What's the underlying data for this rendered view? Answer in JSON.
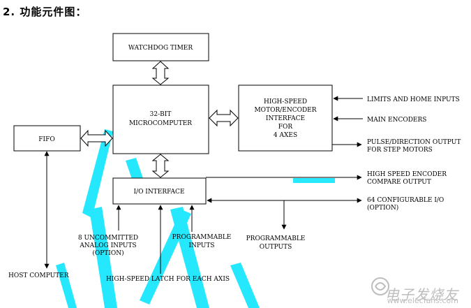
{
  "heading": "2. 功能元件图：",
  "blocks": {
    "watchdog": "WATCHDOG TIMER",
    "mcu": [
      "32-BIT",
      "MICROCOMPUTER"
    ],
    "fifo": "FIFO",
    "motor": [
      "HIGH-SPEED",
      "MOTOR/ENCODER",
      "INTERFACE",
      "FOR",
      "4 AXES"
    ],
    "io": "I/O INTERFACE"
  },
  "signals": {
    "limits": "LIMITS AND HOME INPUTS",
    "main_encoders": "MAIN ENCODERS",
    "pulse": [
      "PULSE/DIRECTION OUTPUT",
      "FOR STEP MOTORS"
    ],
    "compare": [
      "HIGH SPEED ENCODER",
      "COMPARE OUTPUT"
    ],
    "configurable": [
      "64 CONFIGURABLE I/O",
      "(OPTION)"
    ],
    "analog": [
      "8 UNCOMMITTED",
      "ANALOG INPUTS",
      "(OPTION)"
    ],
    "prog_inputs": [
      "PROGRAMMABLE",
      "INPUTS"
    ],
    "prog_outputs": [
      "PROGRAMMABLE",
      "OUTPUTS"
    ],
    "host": "HOST COMPUTER",
    "latch": "HIGH-SPEED LATCH FOR EACH AXIS"
  },
  "colors": {
    "line": "#000000",
    "watermark_stroke": "#00e5ff"
  },
  "watermark": {
    "text": "电子发烧友",
    "url": "www.elecfans.com"
  }
}
